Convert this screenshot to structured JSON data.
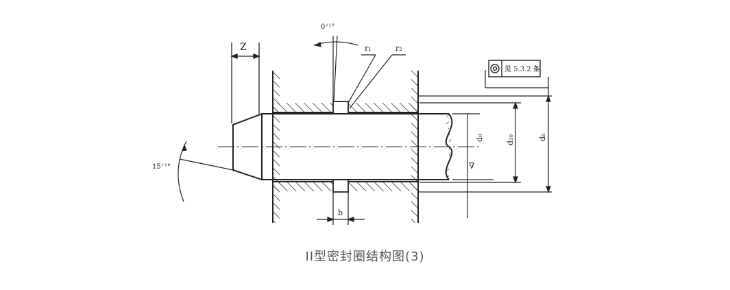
{
  "caption": "II型密封圈结构图(3)",
  "labels": {
    "Z": "Z",
    "angle_top": "0⁺¹°",
    "angle_left": "15⁺¹°",
    "r1": "r₁",
    "r2": "r₂",
    "b": "b",
    "ref_note": "见 5.3.2 条",
    "d0": "d₀",
    "d10": "d₁₀",
    "d6": "d₆",
    "tri_note": "∇"
  }
}
